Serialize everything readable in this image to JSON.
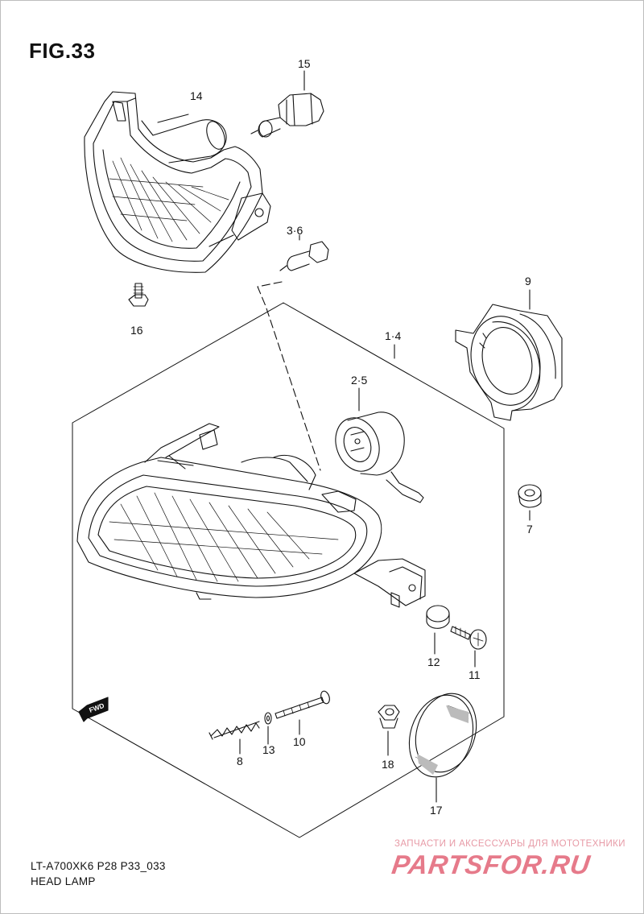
{
  "figure": {
    "title": "FIG.33",
    "model_code": "LT-A700XK6 P28 P33_033",
    "section_name": "HEAD LAMP",
    "fwd_label": "FWD"
  },
  "callouts": {
    "c1_4": "1·4",
    "c2_5": "2·5",
    "c3_6": "3·6",
    "c7": "7",
    "c8": "8",
    "c9": "9",
    "c10": "10",
    "c11": "11",
    "c12": "12",
    "c13": "13",
    "c14": "14",
    "c15": "15",
    "c16": "16",
    "c17": "17",
    "c18": "18"
  },
  "watermark": {
    "tagline": "ЗАПЧАСТИ И АКСЕССУАРЫ ДЛЯ МОТОТЕХНИКИ",
    "brand": "PARTSFOR.RU",
    "color": "#e05a6e"
  },
  "style": {
    "line_color": "#111111",
    "background": "#ffffff"
  }
}
